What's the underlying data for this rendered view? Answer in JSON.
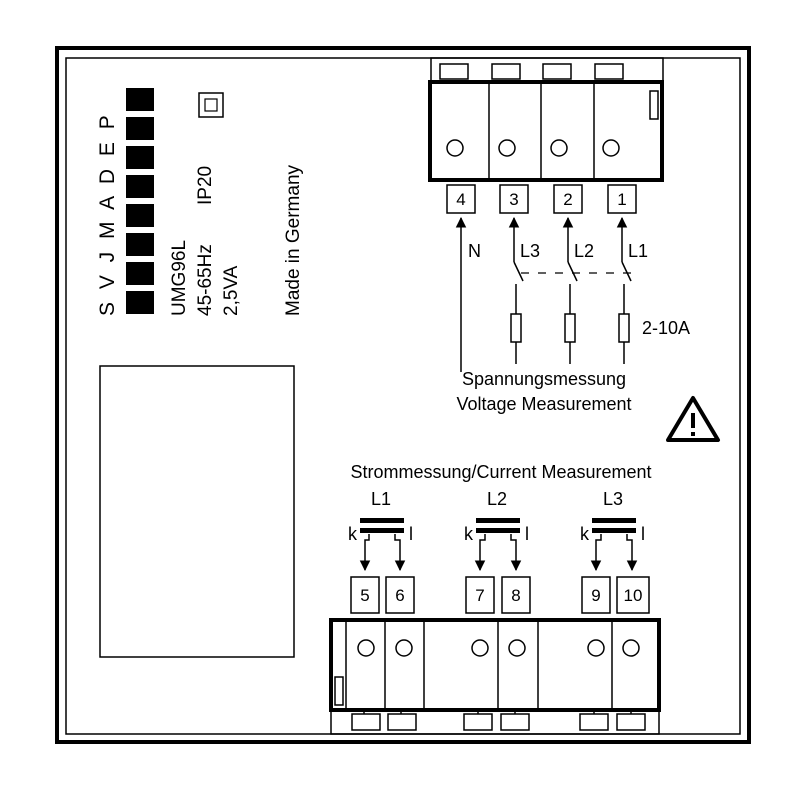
{
  "colors": {
    "ink": "#000000",
    "paper": "#ffffff"
  },
  "indicator_letters": "S V J M A D E P",
  "model_lines": [
    "UMG96L",
    "45-65Hz",
    "2,5VA"
  ],
  "protection_rating": "IP20",
  "origin_text": "Made in Germany",
  "voltage_terminals": [
    {
      "number": "4",
      "line": "N"
    },
    {
      "number": "3",
      "line": "L3"
    },
    {
      "number": "2",
      "line": "L2"
    },
    {
      "number": "1",
      "line": "L1"
    }
  ],
  "fuse_rating": "2-10A",
  "voltage_caption": [
    "Spannungsmessung",
    "Voltage Measurement"
  ],
  "warning_icon": "warning-triangle-icon",
  "current_title": "Strommessung/Current Measurement",
  "current_groups": [
    {
      "line": "L1",
      "k_label": "k",
      "l_label": "l",
      "terminals": [
        "5",
        "6"
      ]
    },
    {
      "line": "L2",
      "k_label": "k",
      "l_label": "l",
      "terminals": [
        "7",
        "8"
      ]
    },
    {
      "line": "L3",
      "k_label": "k",
      "l_label": "l",
      "terminals": [
        "9",
        "10"
      ]
    }
  ]
}
